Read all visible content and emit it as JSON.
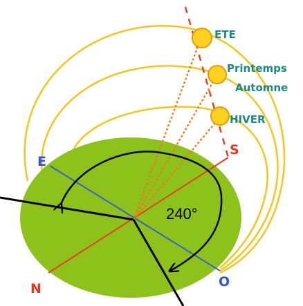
{
  "seasons": {
    "summer": "ETE",
    "spring_autumn_line1": "Printemps",
    "spring_autumn_line2": "Automne",
    "winter": "HIVER"
  },
  "directions": {
    "east": "E",
    "south": "S",
    "north": "N",
    "west": "O"
  },
  "angle": "240°",
  "colors": {
    "ground": "#8cc21a",
    "sun_path": "#f5c518",
    "sun_fill": "#ffd21f",
    "sun_stroke": "#e59b00",
    "sun_ray": "#f07a1a",
    "season_text": "#1a8a82",
    "north_south_axis": "#e8401c",
    "east_west_axis": "#3a5fd0",
    "east_label": "#2f55d4",
    "south_label": "#e8341c",
    "north_label": "#e8341c",
    "west_label": "#2f55d4"
  }
}
